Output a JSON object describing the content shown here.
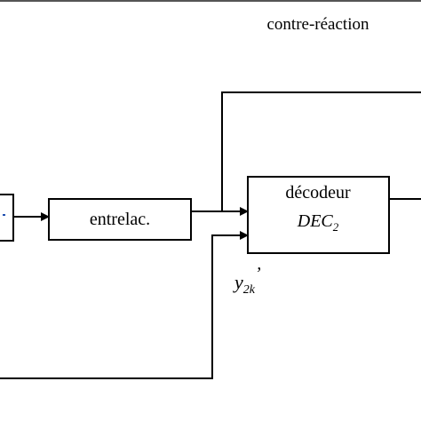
{
  "labels": {
    "feedback": "contre-réaction",
    "interleaver": "entrelac.",
    "decoder_title": "décodeur",
    "decoder_name": "DEC",
    "decoder_sub": "2",
    "y_var": "y",
    "y_sub": "2k",
    "y_prime": "’"
  },
  "colors": {
    "stroke": "#000000",
    "accent_left_block": "#1f4fb0"
  }
}
